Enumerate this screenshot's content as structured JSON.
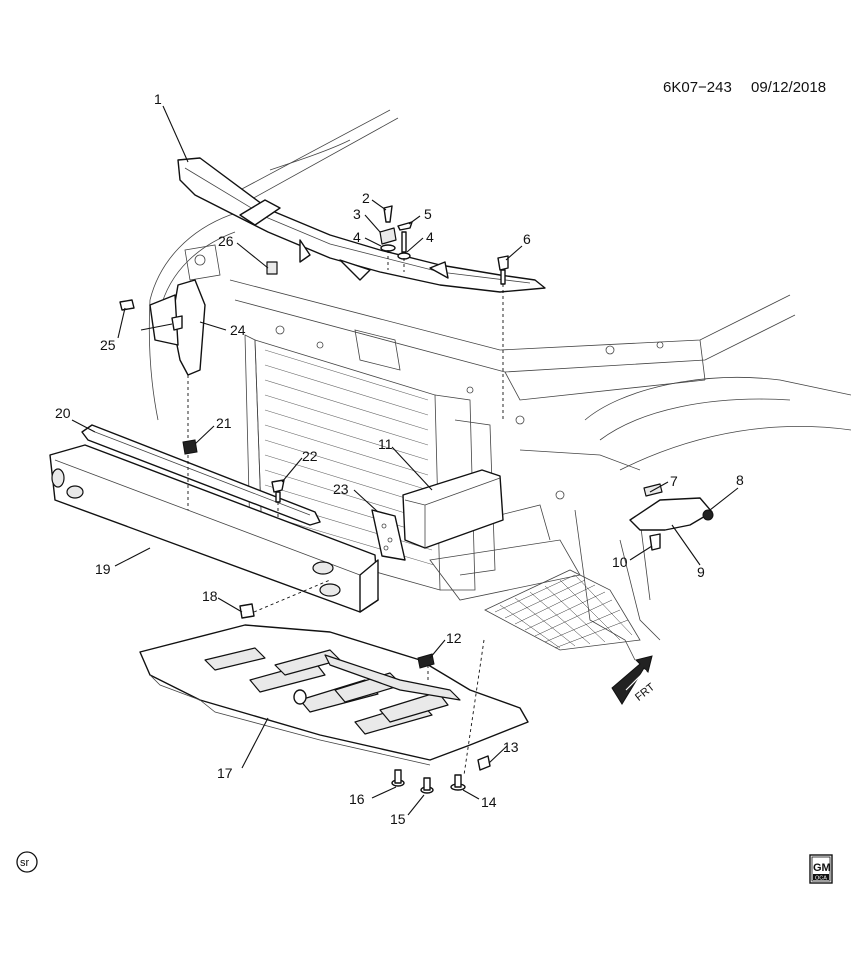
{
  "diagram": {
    "code": "6K07−243",
    "date": "09/12/2018",
    "callouts": [
      "1",
      "2",
      "3",
      "4",
      "5",
      "4",
      "6",
      "26",
      "25",
      "24",
      "20",
      "21",
      "22",
      "11",
      "23",
      "8",
      "7",
      "9",
      "10",
      "19",
      "18",
      "12",
      "13",
      "17",
      "16",
      "15",
      "14"
    ],
    "direction_label": "FRT",
    "corner_badge": "sr",
    "brand_lines": [
      "GM",
      "OCA"
    ]
  }
}
